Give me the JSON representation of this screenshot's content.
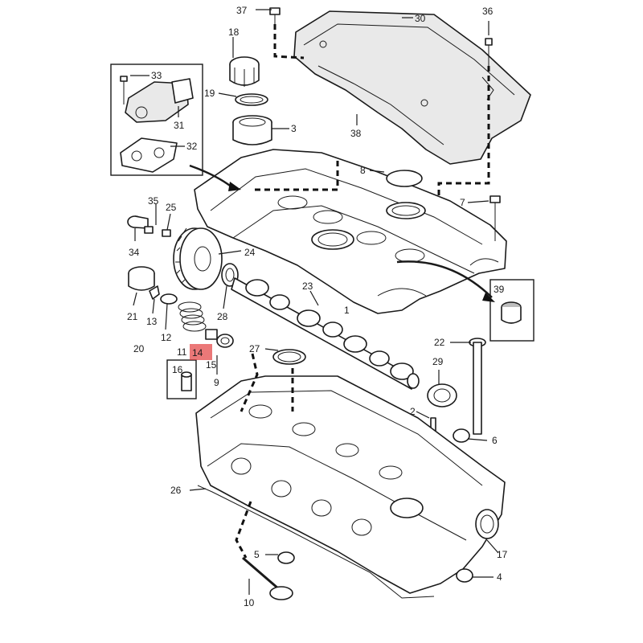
{
  "diagram": {
    "highlight_color": "#e03030",
    "highlighted_part": "14",
    "labels": {
      "l1": "1",
      "l2": "2",
      "l3": "3",
      "l4": "4",
      "l5": "5",
      "l6": "6",
      "l7": "7",
      "l8": "8",
      "l9": "9",
      "l10": "10",
      "l11": "11",
      "l12": "12",
      "l13": "13",
      "l14": "14",
      "l15": "15",
      "l16": "16",
      "l17": "17",
      "l18": "18",
      "l19": "19",
      "l20": "20",
      "l21": "21",
      "l22": "22",
      "l23": "23",
      "l24": "24",
      "l25": "25",
      "l26": "26",
      "l27": "27",
      "l28": "28",
      "l29": "29",
      "l30": "30",
      "l31": "31",
      "l32": "32",
      "l33": "33",
      "l34": "34",
      "l35": "35",
      "l36": "36",
      "l37": "37",
      "l38": "38",
      "l39": "39"
    }
  }
}
